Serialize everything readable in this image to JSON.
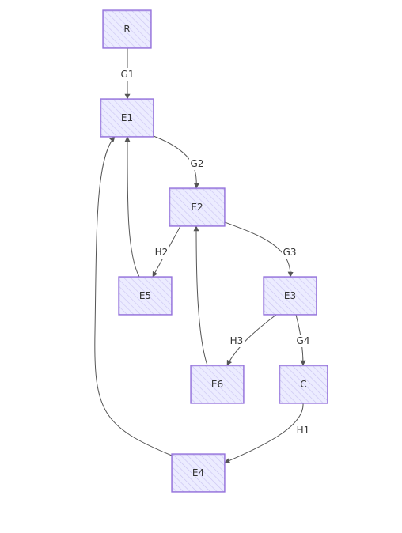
{
  "colors": {
    "node_fill": "#ececff",
    "node_stroke": "#9370db",
    "edge": "#555555",
    "label_bg": "#ffffff",
    "text": "#333333"
  },
  "nodes": [
    {
      "id": "R",
      "label": "R"
    },
    {
      "id": "E1",
      "label": "E1"
    },
    {
      "id": "E2",
      "label": "E2"
    },
    {
      "id": "E5",
      "label": "E5"
    },
    {
      "id": "E3",
      "label": "E3"
    },
    {
      "id": "E6",
      "label": "E6"
    },
    {
      "id": "C",
      "label": "C"
    },
    {
      "id": "E4",
      "label": "E4"
    }
  ],
  "edges": [
    {
      "id": "R-E1",
      "from": "R",
      "to": "E1",
      "label": "G1"
    },
    {
      "id": "E1-E2",
      "from": "E1",
      "to": "E2",
      "label": "G2"
    },
    {
      "id": "E2-E5",
      "from": "E2",
      "to": "E5",
      "label": "H2"
    },
    {
      "id": "E2-E3",
      "from": "E2",
      "to": "E3",
      "label": "G3"
    },
    {
      "id": "E3-E6",
      "from": "E3",
      "to": "E6",
      "label": "H3"
    },
    {
      "id": "E3-C",
      "from": "E3",
      "to": "C",
      "label": "G4"
    },
    {
      "id": "C-E4",
      "from": "C",
      "to": "E4",
      "label": "H1"
    },
    {
      "id": "E5-E1",
      "from": "E5",
      "to": "E1",
      "label": ""
    },
    {
      "id": "E6-E2",
      "from": "E6",
      "to": "E2",
      "label": ""
    },
    {
      "id": "E4-E1",
      "from": "E4",
      "to": "E1",
      "label": ""
    }
  ]
}
